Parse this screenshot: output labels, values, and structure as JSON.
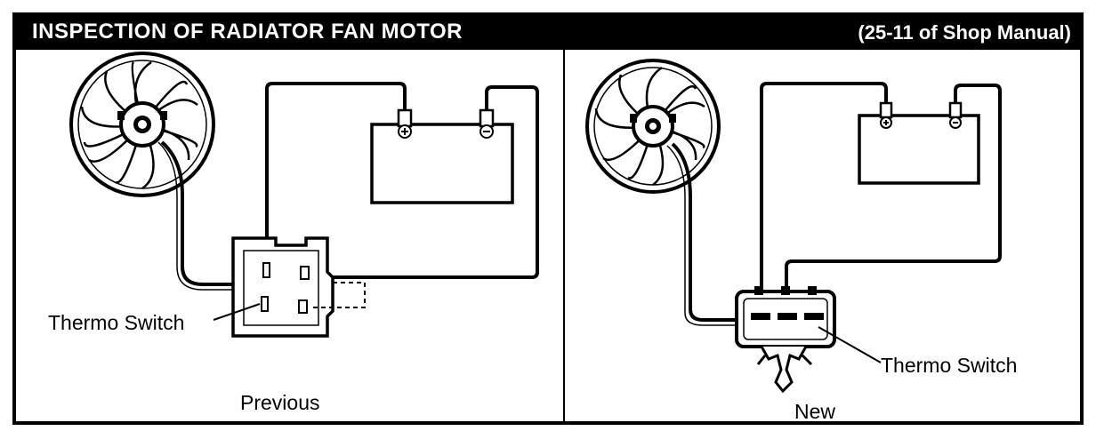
{
  "header": {
    "title": "INSPECTION OF RADIATOR FAN MOTOR",
    "reference": "(25-11 of Shop Manual)"
  },
  "panels": [
    {
      "caption": "Previous",
      "callout": "Thermo Switch"
    },
    {
      "caption": "New",
      "callout": "Thermo Switch"
    }
  ]
}
